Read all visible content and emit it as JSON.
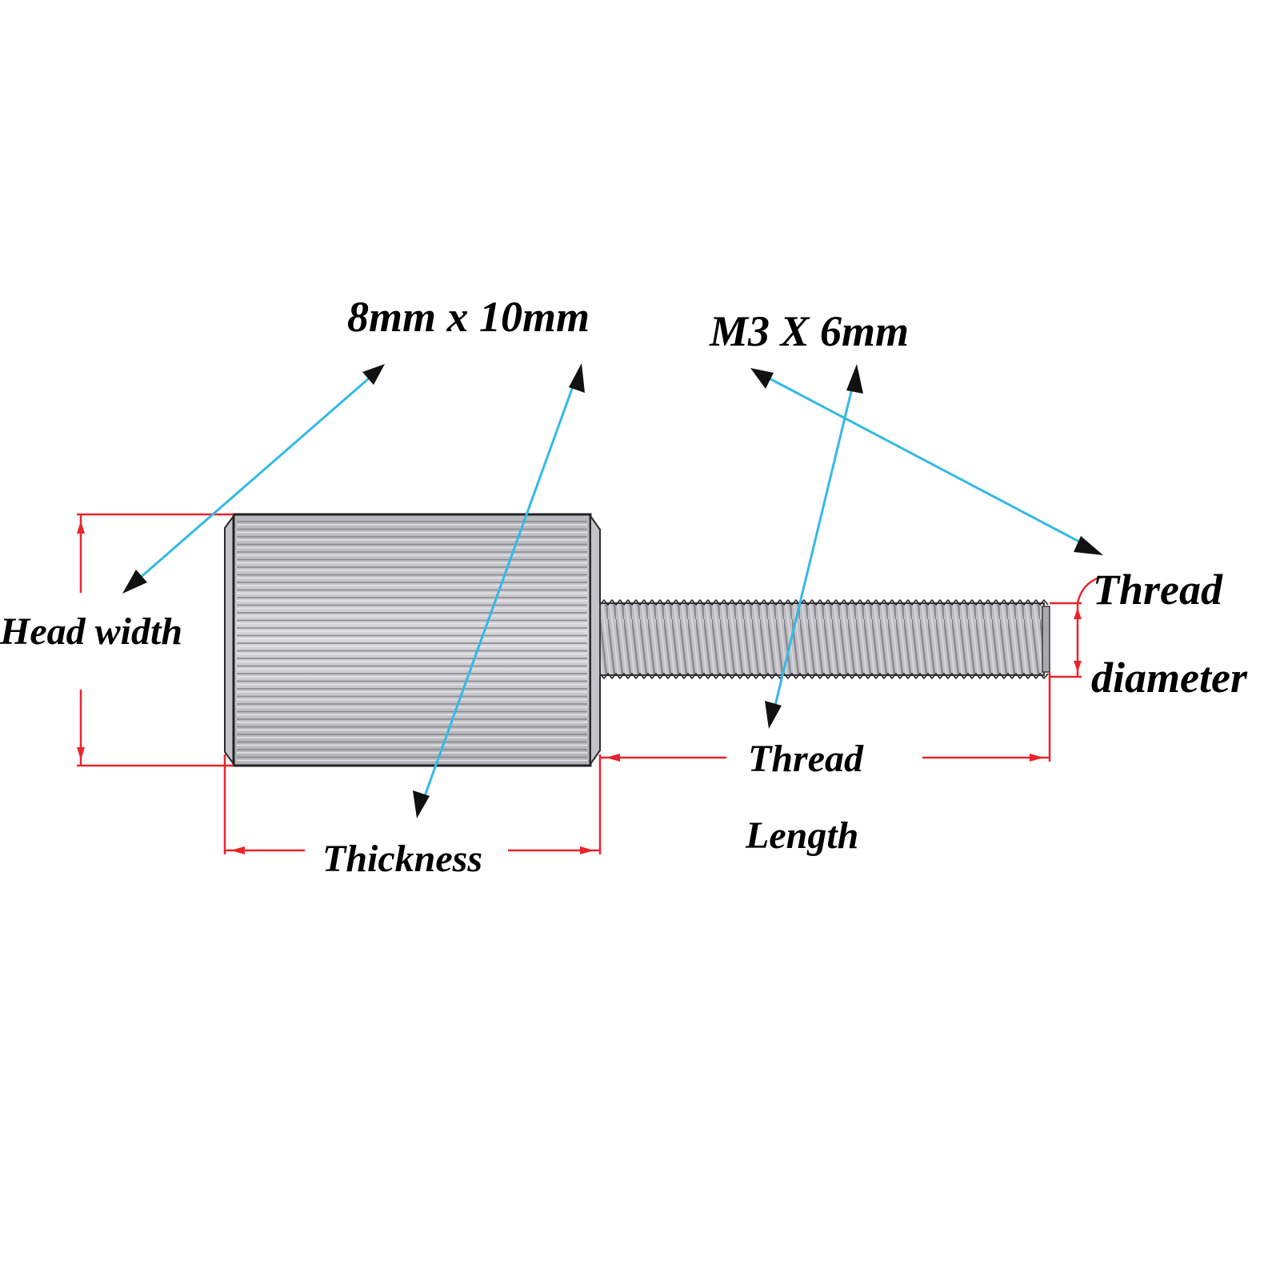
{
  "labels": {
    "head_spec": "8mm x 10mm",
    "thread_spec": "M3 X 6mm",
    "head_width": "Head width",
    "thickness": "Thickness",
    "thread_length_line1": "Thread",
    "thread_length_line2": "Length",
    "thread_diameter_line1": "Thread",
    "thread_diameter_line2": "diameter"
  },
  "colors": {
    "dimension_line": "#e8242c",
    "callout_line": "#35b9e6",
    "arrowhead": "#111111",
    "screw_fill": "#c9c9cc",
    "screw_outline": "#2a2a2a"
  }
}
